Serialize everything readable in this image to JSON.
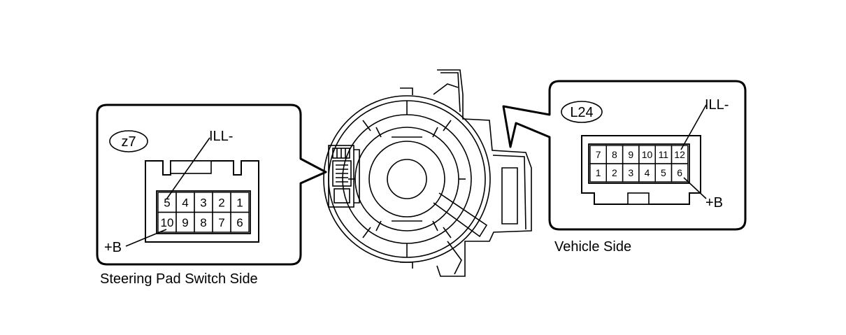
{
  "left_connector": {
    "code": "z7",
    "caption": "Steering Pad Switch Side",
    "label_ill": "ILL-",
    "label_b": "+B",
    "pins_top": [
      "5",
      "4",
      "3",
      "2",
      "1"
    ],
    "pins_bottom": [
      "10",
      "9",
      "8",
      "7",
      "6"
    ]
  },
  "right_connector": {
    "code": "L24",
    "caption": "Vehicle Side",
    "label_ill": "ILL-",
    "label_b": "+B",
    "pins_top": [
      "7",
      "8",
      "9",
      "10",
      "11",
      "12"
    ],
    "pins_bottom": [
      "1",
      "2",
      "3",
      "4",
      "5",
      "6"
    ]
  }
}
